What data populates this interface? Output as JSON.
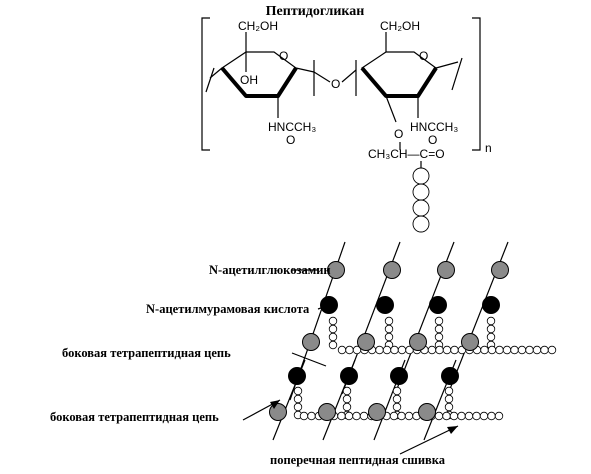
{
  "title": "Пептидогликан",
  "structure": {
    "left_ring": {
      "ch2oh": "CH₂OH",
      "oh": "OH",
      "o_ring": "O",
      "acetyl": "HNCCH₃",
      "carbonyl_o": "O"
    },
    "bridge_o": "O",
    "right_ring": {
      "ch2oh": "CH₂OH",
      "o_ring": "O",
      "acetyl": "HNCCH₃",
      "carbonyl_o": "O",
      "lactyl_o": "O",
      "lactyl": "CH₃CH—C=O"
    },
    "repeat_n": "n"
  },
  "labels": {
    "nag": "N-ацетилглюкозамин",
    "nam": "N-ацетилмурамовая кислота",
    "tetrapeptide_top": "боковая тетрапептидная цепь",
    "tetrapeptide_bottom": "боковая тетрапептидная цепь",
    "crosslink": "поперечная пептидная сшивка"
  },
  "colors": {
    "nag_fill": "#8a8a8a",
    "nam_fill": "#000000",
    "amino_acid_fill": "#ffffff"
  }
}
